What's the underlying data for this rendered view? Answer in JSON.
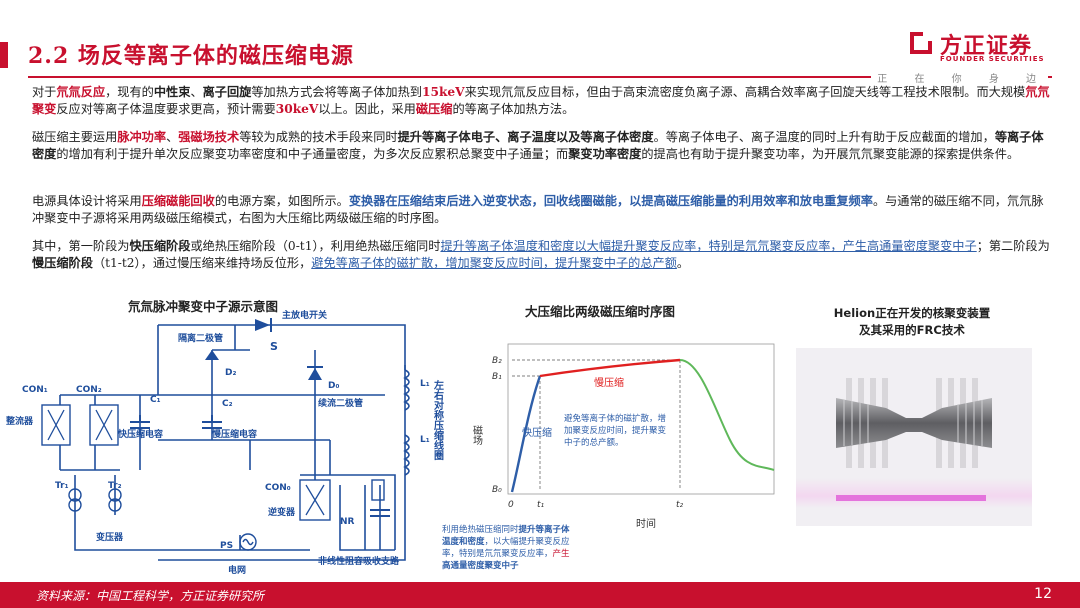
{
  "header": {
    "title": "2.2 场反等离子体的磁压缩电源",
    "logo_cn": "方正证券",
    "logo_en": "FOUNDER SECURITIES",
    "slogan": "正 在 你 身 边"
  },
  "body": {
    "p1": [
      "对于",
      "氘氚反应",
      "，现有的",
      "中性束",
      "、",
      "离子回旋",
      "等加热方式会将等离子体加热到",
      "15keV",
      "来实现氘氚反应目标，但由于高束流密度负离子源、高耦合效率离子回旋天线等工程技术限制。而大规模",
      "氘氘聚变",
      "反应对等离子体温度要求更高，预计需要",
      "30keV",
      "以上。因此，采用",
      "磁压缩",
      "的等离子体加热方法。"
    ],
    "p2": [
      "磁压缩主要运用",
      "脉冲功率",
      "、",
      "强磁场技术",
      "等较为成熟的技术手段来同时",
      "提升等离子体电子、离子温度以及等离子体密度",
      "。等离子体电子、离子温度的同时上升有助于反应截面的增加，",
      "等离子体密度",
      "的增加有利于提升单次反应聚变功率密度和中子通量密度，为多次反应累积总聚变中子通量；而",
      "聚变功率密度",
      "的提高也有助于提升聚变功率，为开展氘氘聚变能源的探索提供条件。"
    ],
    "p3": [
      "电源具体设计将采用",
      "压缩磁能回收",
      "的电源方案，如图所示。",
      "变换器在压缩结束后进入逆变状态，回收线圈磁能，以提高磁压缩能量的利用效率和放电重复频率",
      "。与通常的磁压缩不同，氘氘脉冲聚变中子源将采用两级磁压缩模式，右图为大压缩比两级磁压缩的时序图。"
    ],
    "p4": [
      "其中，第一阶段为",
      "快压缩阶段",
      "或绝热压缩阶段（0-t1），利用绝热磁压缩同时",
      "提升等离子体温度和密度以大幅提升聚变反应率，特别是氘氘聚变反应率，产生高通量密度聚变中子",
      "；第二阶段为",
      "慢压缩阶段",
      "（t1-t2），通过慢压缩来维持场反位形，",
      "避免等离子体的磁扩散，增加聚变反应时间，提升聚变中子的总产额",
      "。"
    ]
  },
  "figures": {
    "circuit": {
      "title": "氘氚脉冲聚变中子源示意图",
      "labels": {
        "main_switch": "主放电开关",
        "isolation_diode": "隔离二极管",
        "s": "S",
        "d2": "D₂",
        "d0": "D₀",
        "freewheel": "续流二极管",
        "con1": "CON₁",
        "con2": "CON₂",
        "c1": "C₁",
        "c2": "C₂",
        "rectifier": "整流器",
        "fast_cap": "快压缩电容",
        "slow_cap": "慢压缩电容",
        "l1_top": "L₁",
        "l1_bot": "L₁",
        "coil": "左右对称压缩线圈",
        "tr1": "Tr₁",
        "tr2": "Tr₂",
        "con0": "CON₀",
        "inverter": "逆变器",
        "nr": "NR",
        "transformer": "变压器",
        "ps": "PS",
        "grid": "电网",
        "absorber": "非线性阻容吸收支路"
      }
    },
    "timing": {
      "title": "大压缩比两级磁压缩时序图",
      "b2": "B₂",
      "b1": "B₁",
      "b0": "B₀",
      "origin": "0",
      "t1": "t₁",
      "t2": "t₂",
      "ylabel": "磁场",
      "xlabel": "时间",
      "fast_label": "快压缩",
      "slow_label": "慢压缩",
      "annotation": [
        "避免等离子体的磁扩散，增",
        "加聚变反应时间，提升聚变",
        "中子的总产额。"
      ],
      "caption": [
        "利用绝热磁压缩同时",
        "提升等离子体",
        "温度和密度",
        "，以大幅提升聚变反应",
        "率，特别是氘氘聚变反应率，",
        "产生",
        "高通量密度聚变中子"
      ]
    },
    "helion": {
      "title_line1": "Helion正在开发的核聚变装置",
      "title_line2": "及其采用的FRC技术"
    }
  },
  "footer": {
    "source": "资料来源：中国工程科学，方正证券研究所",
    "page": "12"
  },
  "colors": {
    "brand_red": "#c8102e",
    "blue": "#2e5ea8",
    "green_curve": "#5fb85a"
  }
}
